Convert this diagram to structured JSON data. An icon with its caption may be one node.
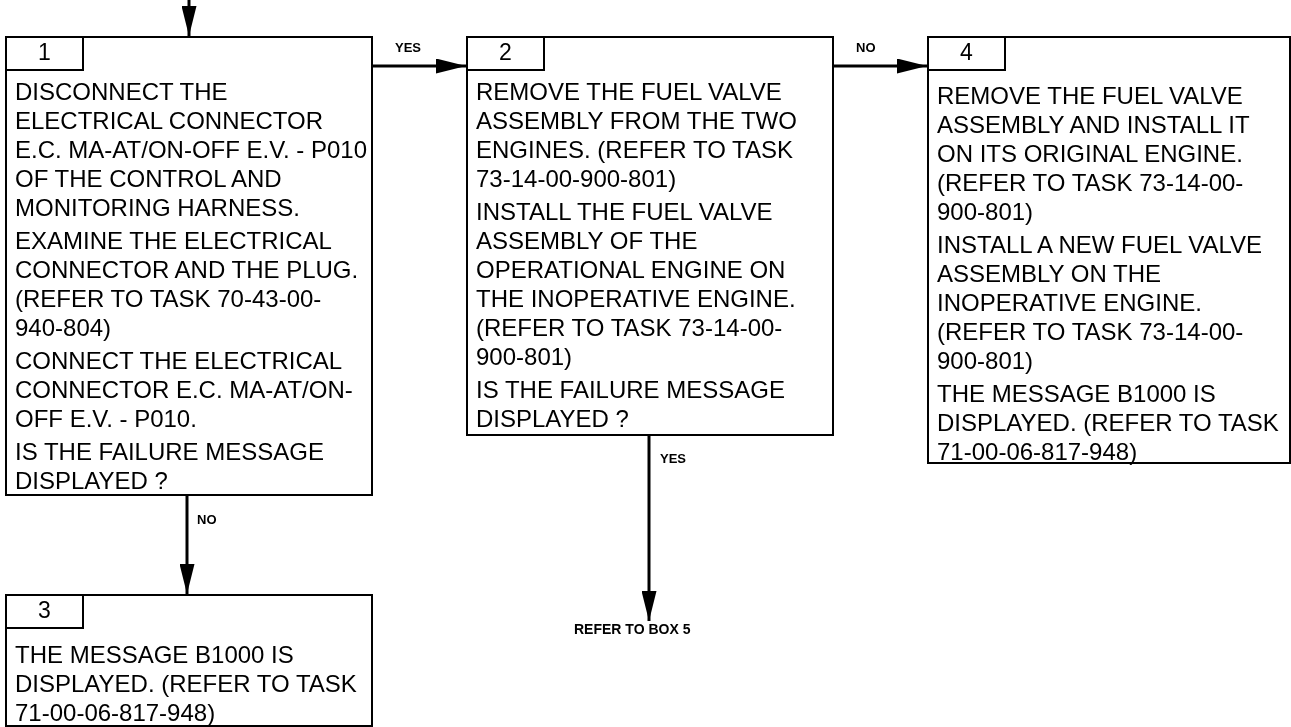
{
  "diagram": {
    "nodes": [
      {
        "text": [
          "DISCONNECT THE ELECTRICAL CONNECTOR E.C. MA-AT/ON-OFF E.V. - P010 OF THE CONTROL AND MONITORING HARNESS.",
          "EXAMINE THE ELECTRICAL CONNECTOR AND THE PLUG. (REFER TO TASK 70-43-00-940-804)",
          "CONNECT THE ELECTRICAL CONNECTOR E.C. MA-AT/ON-OFF E.V. - P010.",
          "IS THE FAILURE MESSAGE DISPLAYED ?"
        ]
      },
      {
        "text": [
          "1"
        ],
        "in": 0
      },
      {
        "text": [
          "REMOVE THE FUEL VALVE ASSEMBLY FROM THE TWO ENGINES. (REFER TO TASK 73-14-00-900-801)",
          "INSTALL THE FUEL VALVE ASSEMBLY OF THE OPERATIONAL ENGINE ON THE INOPERATIVE ENGINE. (REFER TO TASK 73-14-00-900-801)",
          "IS THE FAILURE MESSAGE DISPLAYED ?"
        ]
      },
      {
        "text": [
          "2"
        ],
        "in": 2
      },
      {
        "text": [
          "REMOVE THE FUEL VALVE ASSEMBLY AND INSTALL IT ON ITS ORIGINAL ENGINE. (REFER TO TASK 73-14-00-900-801)",
          "INSTALL A NEW FUEL VALVE ASSEMBLY ON THE INOPERATIVE ENGINE. (REFER TO TASK 73-14-00-900-801)",
          "THE MESSAGE B1000 IS DISPLAYED. (REFER TO TASK 71-00-06-817-948)"
        ]
      },
      {
        "text": [
          "4"
        ],
        "in": 4
      },
      {
        "text": [
          "THE MESSAGE B1000 IS DISPLAYED. (REFER TO TASK 71-00-06-817-948)"
        ]
      },
      {
        "text": [
          "3"
        ],
        "in": 6
      },
      {
        "text": [
          "REFER TO BOX 5"
        ]
      }
    ],
    "edges": [
      {
        "from": null,
        "to": 0,
        "arrow": "to"
      },
      {
        "from": 0,
        "to": 2,
        "arrow": "to",
        "label": "YES"
      },
      {
        "from": 2,
        "to": 4,
        "arrow": "to",
        "label": "NO"
      },
      {
        "from": 0,
        "to": 6,
        "arrow": "to",
        "label": "NO"
      },
      {
        "from": 2,
        "to": 8,
        "arrow": "to",
        "label": "YES"
      }
    ]
  }
}
